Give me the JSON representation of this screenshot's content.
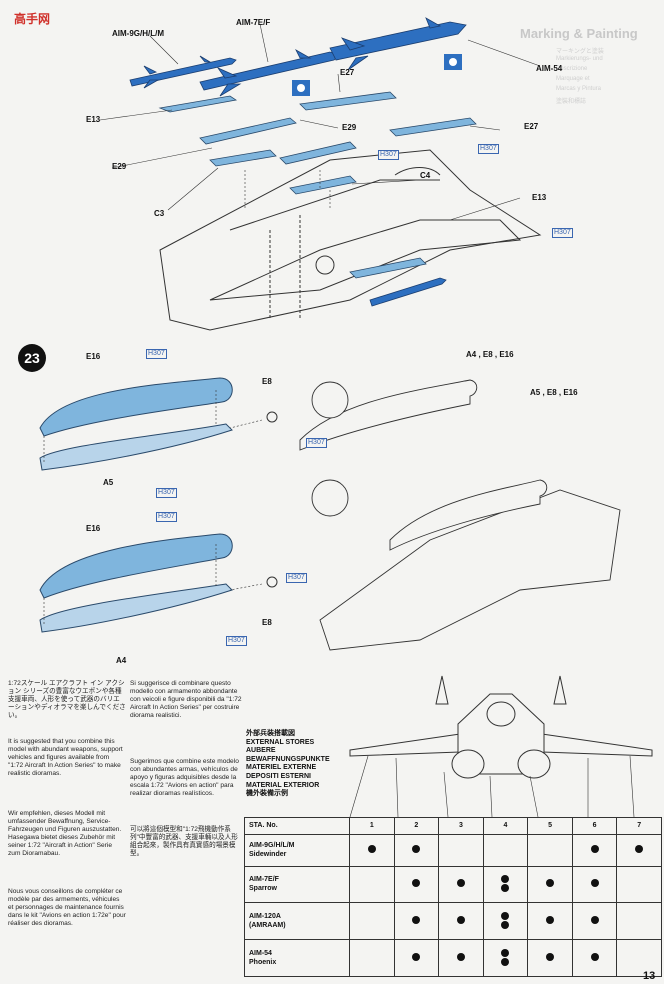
{
  "watermark": "高手网",
  "page_number": "13",
  "step": "23",
  "marking_header": "Marking & Painting",
  "marking_subs": [
    "マーキングと塗装",
    "Markierungs- und",
    "Descrizione",
    "Marquage et",
    "Marcas y Pintura",
    "塗裝和標誌"
  ],
  "callouts": {
    "aim9": "AIM-9G/H/L/M",
    "aim7": "AIM-7E/F",
    "aim54": "AIM-54",
    "e27a": "E27",
    "e27b": "E27",
    "e13a": "E13",
    "e13b": "E13",
    "e29a": "E29",
    "e29b": "E29",
    "c4": "C4",
    "c3": "C3",
    "h307": "H307",
    "e16a": "E16",
    "e16b": "E16",
    "e8a": "E8",
    "e8b": "E8",
    "a5": "A5",
    "a4": "A4",
    "a4e8e16": "A4 , E8 , E16",
    "a5e8e16": "A5 , E8 , E16"
  },
  "texts": {
    "jp": "1:72スケール エアクラフト イン アクション シリーズの豊富なウエポンや各種支援車両、人形を使って武器のバリエーションやディオラマを楽しんでください。",
    "en": "It is suggested that you combine this model with abundant weapons, support vehicles and figures available from \"1:72 Aircraft In Action Series\" to make realistic dioramas.",
    "de": "Wir empfehlen, dieses Modell mit umfassender Bewaffnung, Service-Fahrzeugen und Figuren auszustatten. Hasegawa bietet dieses Zubehör mit seiner 1:72 \"Aircraft in Action\" Serie zum Dioramabau.",
    "fr": "Nous vous conseillons de compléter ce modèle par des armements, véhicules et personnages de maintenance fournis dans le kit \"Avions en action 1:72e\" pour réaliser des dioramas.",
    "it": "Si suggerisce di combinare questo modello con armamento abbondante con veicoli e figure disponibili da \"1:72 Aircraft In Action Series\" per costruire diorama realistici.",
    "es": "Sugerimos que combine este modelo con abundantes armas, vehículos de apoyo y figuras adquisibles desde la escala 1:72 \"Avions en action\" para realizar dioramas realísticos.",
    "zh": "可以將這個模型和\"1:72飛機動作系列\"中豐富的武器、支援車輛以及人形組合起來，製作具有真實感的場景模型。"
  },
  "external_stores": [
    "外部兵装搭載図",
    "EXTERNAL STORES",
    "AUBERE",
    "BEWAFFNUNGSPUNKTE",
    "MATERIEL EXTERNE",
    "DEPOSITI ESTERNI",
    "MATERIAL EXTERIOR",
    "機外裝備示例"
  ],
  "table": {
    "header": "STA. No.",
    "stations": [
      "1",
      "2",
      "3",
      "4",
      "5",
      "6",
      "7"
    ],
    "rows": [
      {
        "name": "AIM-9G/H/L/M",
        "sub": "Sidewinder",
        "marks": [
          1,
          1,
          0,
          0,
          0,
          1,
          1
        ]
      },
      {
        "name": "AIM-7E/F",
        "sub": "Sparrow",
        "marks": [
          0,
          1,
          1,
          2,
          1,
          1,
          0
        ]
      },
      {
        "name": "AIM-120A",
        "sub": "(AMRAAM)",
        "marks": [
          0,
          1,
          1,
          2,
          1,
          1,
          0
        ]
      },
      {
        "name": "AIM-54",
        "sub": "Phoenix",
        "marks": [
          0,
          1,
          1,
          2,
          1,
          1,
          0
        ]
      }
    ]
  },
  "colors": {
    "part_blue": "#7fb5dd",
    "missile_blue": "#2d6fc0",
    "line": "#333333"
  }
}
